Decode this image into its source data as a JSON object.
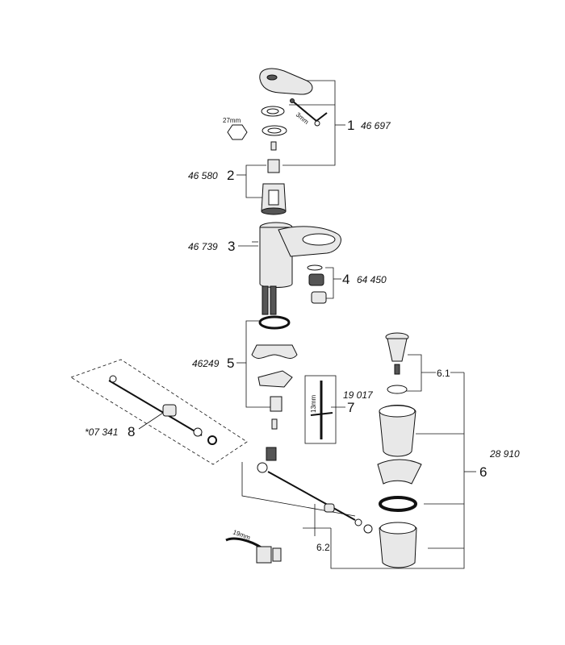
{
  "callouts": {
    "c1": {
      "number": "1",
      "code": "46 697"
    },
    "c2": {
      "number": "2",
      "code": "46 580"
    },
    "c3": {
      "number": "3",
      "code": "46 739"
    },
    "c4": {
      "number": "4",
      "code": "64 450"
    },
    "c5": {
      "number": "5",
      "code": "46249"
    },
    "c6": {
      "number": "6",
      "code": "28 910"
    },
    "c61": {
      "number": "6.1"
    },
    "c62": {
      "number": "6.2"
    },
    "c7": {
      "number": "7",
      "code": "19 017"
    },
    "c8": {
      "number": "8",
      "code": "*07 341"
    }
  },
  "tool_labels": {
    "hex_key": "3mm",
    "nut_size": "27mm",
    "wrench_size": "19mm",
    "spanner_size": "13mm"
  }
}
